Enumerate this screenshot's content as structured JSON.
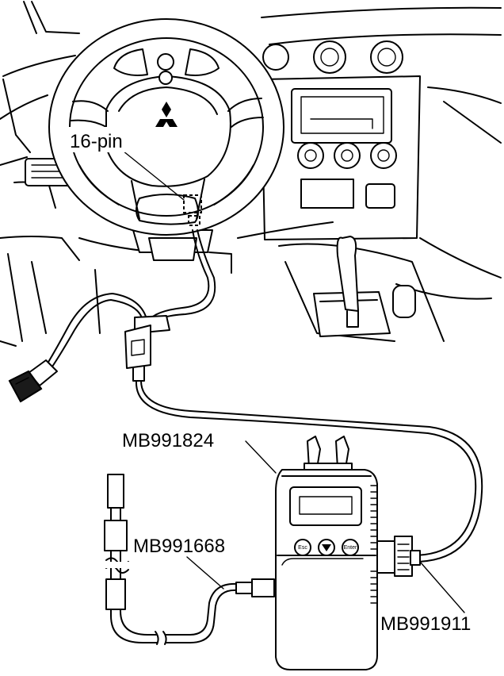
{
  "labels": {
    "connector": "16-pin",
    "main_unit": "MB991824",
    "usb_cable": "MB991668",
    "adapter": "MB991911"
  },
  "keys": {
    "esc": "Esc",
    "enter": "Enter"
  }
}
